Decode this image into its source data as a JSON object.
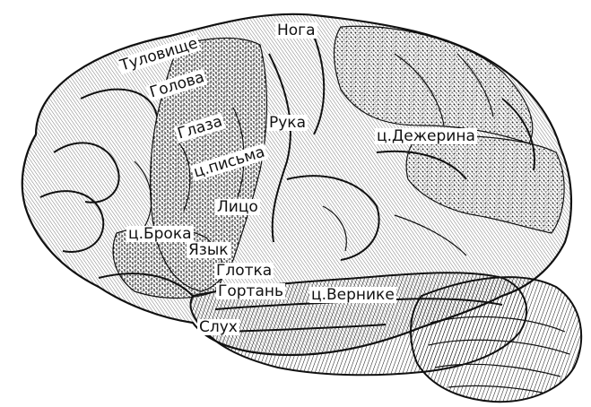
{
  "colors": {
    "ink": "#111111",
    "paper": "#ffffff",
    "shade": "#444444"
  },
  "labels": {
    "trunk": "Туловище",
    "leg": "Нога",
    "head": "Голова",
    "eyes": "Глаза",
    "hand": "Рука",
    "dejerine_center": "ц.Дежерина",
    "writing_center": "ц.письма",
    "face": "Лицо",
    "broca_center": "ц.Брока",
    "tongue": "Язык",
    "pharynx": "Глотка",
    "larynx": "Гортань",
    "wernicke_center": "ц.Вернике",
    "hearing": "Слух"
  }
}
